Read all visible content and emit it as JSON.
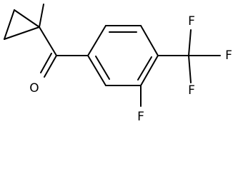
{
  "molecule": {
    "atoms": {
      "oxygen": "O",
      "fluorine_ring": "F",
      "fluorine_1": "F",
      "fluorine_2": "F",
      "fluorine_3": "F"
    }
  },
  "colors": {
    "bond": "#000000",
    "label": "#000000",
    "background": "#ffffff"
  }
}
